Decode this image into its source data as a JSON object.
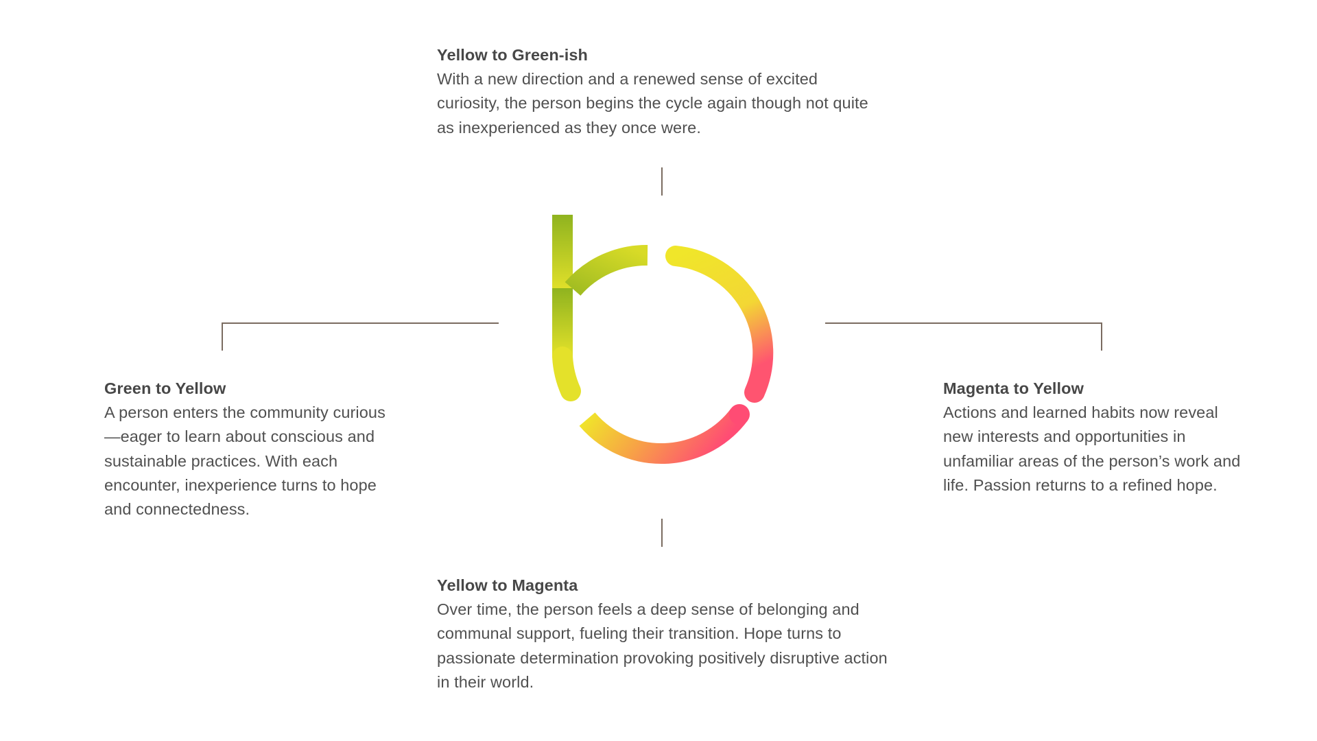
{
  "stages": {
    "top": {
      "title": "Yellow to Green-ish",
      "body": "With a new direction and a renewed sense of excited curiosity, the person begins the cycle again though not quite as inexperienced as they once were."
    },
    "left": {
      "title": "Green to Yellow",
      "body": "A person enters the community curious—eager to learn about conscious and sustainable practices. With each encounter, inexperience turns to hope and connectedness."
    },
    "right": {
      "title": "Magenta to Yellow",
      "body": "Actions and learned habits now reveal new interests and opportunities in unfamiliar areas of the person’s work and life. Passion returns to a refined hope."
    },
    "bottom": {
      "title": "Yellow to Magenta",
      "body": "Over time, the person feels a deep sense of belonging and communal support, fueling their transition. Hope turns to passionate determination provoking positively disruptive action in their world."
    }
  },
  "colors": {
    "connector": "#7a6b60",
    "green": "#8fb31f",
    "yellow": "#f0e62a",
    "orange": "#f7a545",
    "magenta": "#ff4c74"
  },
  "logo": {
    "icon": "b-cycle-logo-icon"
  }
}
